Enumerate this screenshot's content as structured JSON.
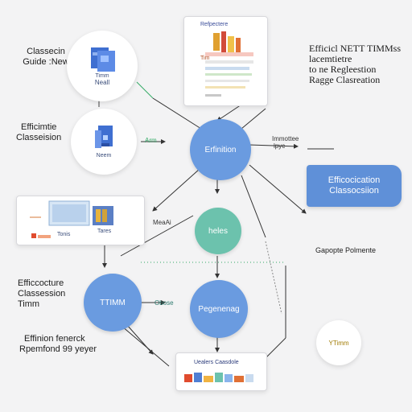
{
  "left_texts": {
    "t1": [
      "Classecin",
      "Guide :New"
    ],
    "t2": [
      "Efficimtie",
      "Classeision"
    ],
    "t3": [
      "Efficcocture",
      "Classession",
      "Timm"
    ],
    "t4": [
      "Effinion fenerck",
      "Rpemfond 99 yeyer"
    ]
  },
  "right_texts": {
    "title": [
      "Efficicl NETT TIMMss",
      "lacemtietre",
      "to ne Regleestion",
      "Ragge Clasreation"
    ],
    "imnote": [
      "Immottee",
      "lpyc"
    ],
    "gapote": "Gapopte Polmente"
  },
  "nodes": {
    "top_circle_label_1": "Timm",
    "top_circle_label_2": "Neall",
    "mid_circle_label": "Neem",
    "arm_label": "Arm",
    "center_blue": "Erfinition",
    "green": "heles",
    "mean": "MeaAi",
    "ttim": "TTIMM",
    "pogenag": "Pegenenag",
    "obuse": "Obose",
    "ytimm": "YTimm",
    "banner": [
      "Efficocication",
      "Classocsiion"
    ]
  },
  "cards": {
    "top_card_title": "Refpectere",
    "top_card_tag": "Tim",
    "left_card_label_1": "Tonis",
    "left_card_label_2": "Tares",
    "bottom_card_title": "Uealers Caasdole"
  },
  "colors": {
    "accent_blue": "#6a9be0",
    "banner_blue": "#5f90d8",
    "green": "#6cc2ad",
    "line": "#3a3a3a"
  }
}
